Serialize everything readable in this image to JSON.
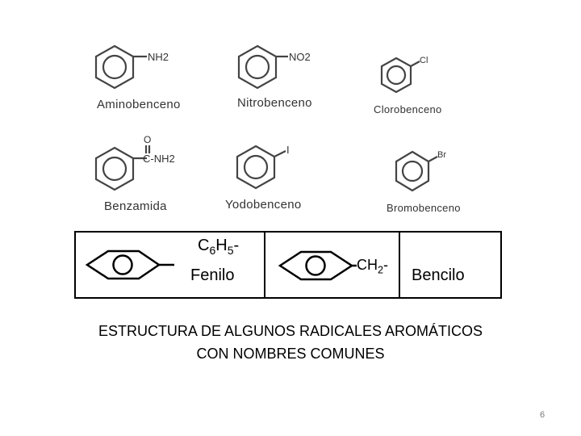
{
  "compounds": [
    {
      "name": "Aminobenceno",
      "substituent": "NH2"
    },
    {
      "name": "Nitrobenceno",
      "substituent": "NO2"
    },
    {
      "name": "Clorobenceno",
      "substituent": "Cl"
    },
    {
      "name": "Benzamida",
      "substituent": "C-NH2",
      "carbonyl_atom": "O"
    },
    {
      "name": "Yodobenceno",
      "substituent": "I"
    },
    {
      "name": "Bromobenceno",
      "substituent": "Br"
    }
  ],
  "radicals": {
    "phenyl": {
      "formula_main": "C",
      "formula_sub1": "6",
      "formula_mid": "H",
      "formula_sub2": "5",
      "formula_tail": "-",
      "name": "Fenilo"
    },
    "benzyl": {
      "formula_main": "CH",
      "formula_sub": "2",
      "formula_tail": "-",
      "name": "Bencilo"
    }
  },
  "caption": {
    "line1": "ESTRUCTURA DE ALGUNOS RADICALES AROMÁTICOS",
    "line2": "CON NOMBRES COMUNES"
  },
  "page_number": "6"
}
